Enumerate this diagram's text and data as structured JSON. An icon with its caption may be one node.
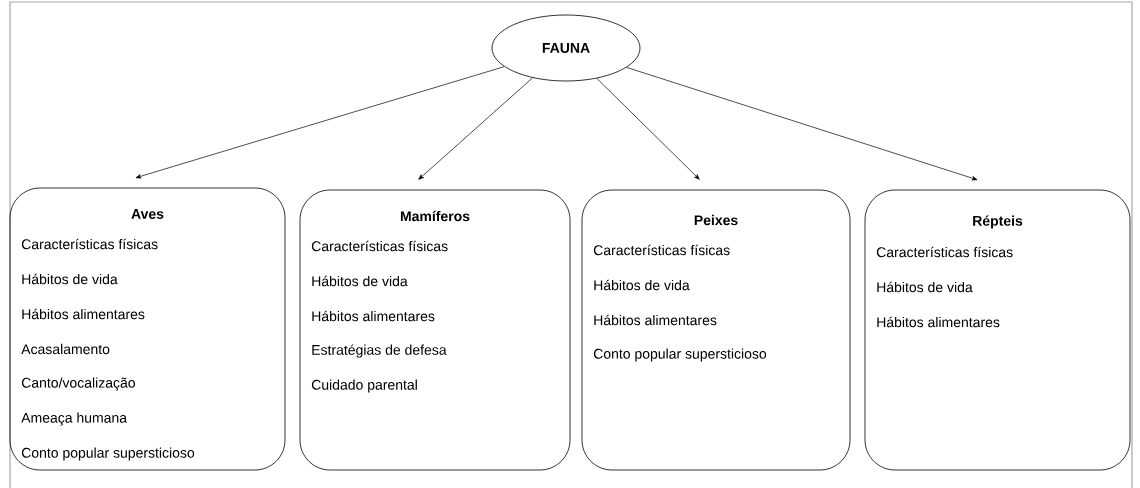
{
  "diagram": {
    "nodes": [
      {
        "text": [
          "FAUNA"
        ]
      },
      {
        "text": [
          "Aves",
          "Características físicas",
          "Hábitos de vida",
          "Hábitos alimentares",
          "Acasalamento",
          "Canto/vocalização",
          "Ameaça humana",
          "Conto popular supersticioso"
        ]
      },
      {
        "text": [
          "Mamíferos",
          "Características físicas",
          "Hábitos de vida",
          "Hábitos alimentares",
          "Estratégias de defesa",
          "Cuidado parental"
        ]
      },
      {
        "text": [
          "Peixes",
          "Características físicas",
          "Hábitos de vida",
          "Hábitos alimentares",
          "Conto popular supersticioso"
        ]
      },
      {
        "text": [
          "Répteis",
          "Características físicas",
          "Hábitos de vida",
          "Hábitos alimentares"
        ]
      }
    ],
    "edges": [
      {
        "from": 0,
        "to": 1,
        "arrow": "to"
      },
      {
        "from": 0,
        "to": 2,
        "arrow": "to"
      },
      {
        "from": 0,
        "to": 3,
        "arrow": "to"
      },
      {
        "from": 0,
        "to": 4,
        "arrow": "to"
      }
    ]
  }
}
